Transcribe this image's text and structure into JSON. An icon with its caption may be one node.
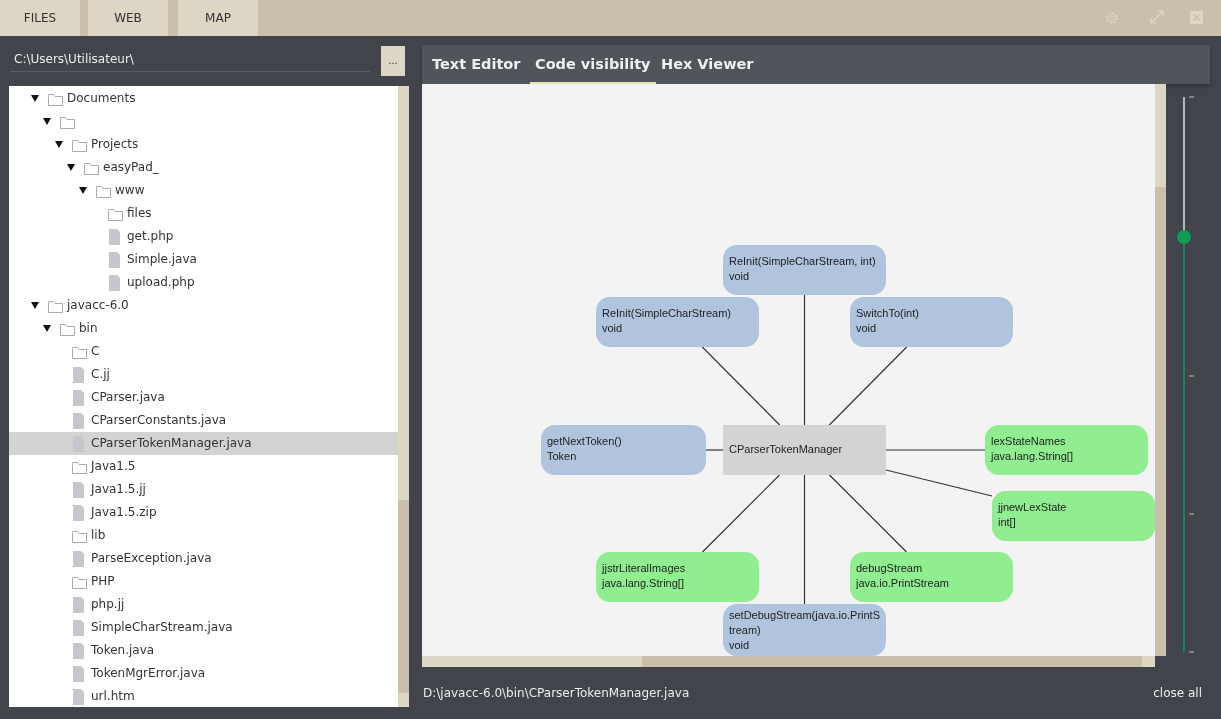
{
  "diagram": {
    "nodes": [
      {
        "text": [
          "ReInit(SimpleCharStream, int)",
          "void"
        ]
      },
      {
        "text": [
          "ReInit(SimpleCharStream)",
          "void"
        ]
      },
      {
        "text": [
          "SwitchTo(int)",
          "void"
        ]
      },
      {
        "text": [
          "getNextToken()",
          "Token"
        ]
      },
      {
        "text": [
          "CParserTokenManager"
        ]
      },
      {
        "text": [
          "lexStateNames",
          "java.lang.String[]"
        ]
      },
      {
        "text": [
          "jjnewLexState",
          "int[]"
        ]
      },
      {
        "text": [
          "jjstrLiteralImages",
          "java.lang.String[]"
        ]
      },
      {
        "text": [
          "debugStream",
          "java.io.PrintStream"
        ]
      },
      {
        "text": [
          "setDebugStream(java.io.PrintStream)",
          "void"
        ]
      }
    ],
    "edges": [
      {
        "from": 4,
        "to": 0,
        "arrow": "none"
      },
      {
        "from": 4,
        "to": 1,
        "arrow": "none"
      },
      {
        "from": 4,
        "to": 2,
        "arrow": "none"
      },
      {
        "from": 4,
        "to": 3,
        "arrow": "none"
      },
      {
        "from": 4,
        "to": 5,
        "arrow": "none"
      },
      {
        "from": 4,
        "to": 6,
        "arrow": "none"
      },
      {
        "from": 4,
        "to": 7,
        "arrow": "none"
      },
      {
        "from": 4,
        "to": 8,
        "arrow": "none"
      },
      {
        "from": 4,
        "to": 9,
        "arrow": "none"
      }
    ],
    "labels": [
      "FILES",
      "WEB",
      "MAP",
      "C:\\Users\\Utilisateur\\",
      "...",
      "Documents",
      "Projects",
      "easyPad_",
      "www",
      "files",
      "get.php",
      "Simple.java",
      "upload.php",
      "javacc-6.0",
      "bin",
      "C",
      "C.jj",
      "CParser.java",
      "CParserConstants.java",
      "CParserTokenManager.java",
      "Java1.5",
      "Java1.5.jj",
      "Java1.5.zip",
      "lib",
      "ParseException.java",
      "PHP",
      "php.jj",
      "SimpleCharStream.java",
      "Token.java",
      "TokenMgrError.java",
      "url.htm",
      "Text Editor",
      "Code visibility",
      "Hex Viewer",
      "D:\\javacc-6.0\\bin\\CParserTokenManager.java",
      "close all"
    ]
  }
}
